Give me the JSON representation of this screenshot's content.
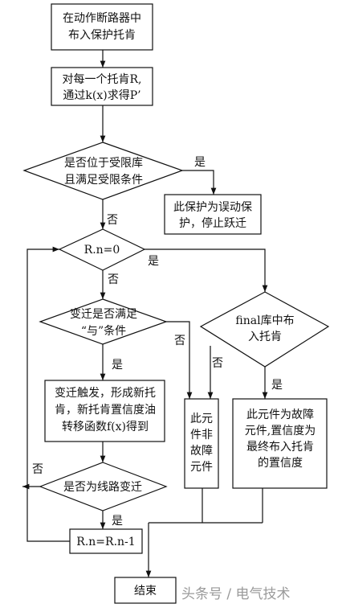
{
  "nodes": {
    "start": [
      "在动作断路器中",
      "布入保护托肯"
    ],
    "foreach": [
      "对每一个托肯R,",
      "通过k(x)求得P’"
    ],
    "check_lib": [
      "是否位于受限库",
      "且满足受限条件"
    ],
    "misoperation": [
      "此保护为误动保",
      "护，停止跃迁"
    ],
    "rn_zero": [
      "R.n=0"
    ],
    "and_cond": [
      "变迁是否满足",
      "“与”条件"
    ],
    "trigger": [
      "变迁触发，形成新托",
      "肯，新托肯置信度油",
      "转移函数f(x)得到"
    ],
    "line_trans": [
      "是否为线路变迁"
    ],
    "decrement": [
      "R.n=R.n-1"
    ],
    "final_lib": [
      "final库中布",
      "入托肯"
    ],
    "non_fault": [
      "此元",
      "件非",
      "故障",
      "元件"
    ],
    "fault": [
      "此元件为故障",
      "元件,置信度为",
      "最终布入托肯",
      "的置信度"
    ],
    "end": [
      "结束"
    ]
  },
  "labels": {
    "check_yes": "是",
    "check_no": "否",
    "rn_yes": "是",
    "rn_no": "否",
    "and_no": "否",
    "and_yes": "是",
    "final_no": "否",
    "final_yes": "是",
    "line_no": "否",
    "line_yes": "是"
  },
  "watermark": "头条号 / 电气技术"
}
